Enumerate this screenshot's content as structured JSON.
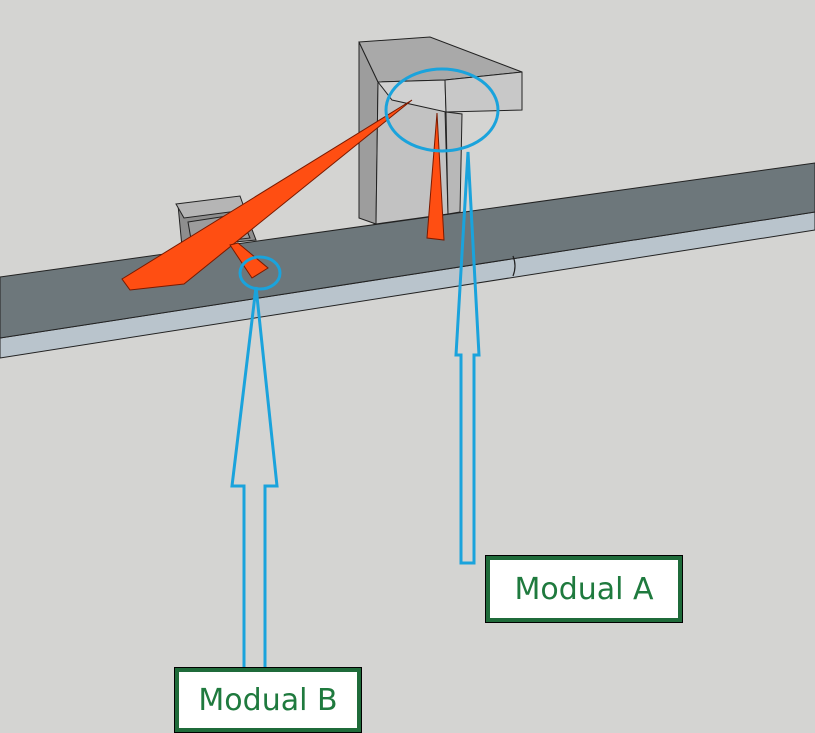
{
  "labels": {
    "modual_a": "Modual A",
    "modual_b": "Modual B"
  },
  "colors": {
    "background": "#d4d4d2",
    "beam_top": "#6d777b",
    "beam_bottom": "#b9c4cc",
    "box_front": "#c2c2c2",
    "box_top": "#a9a9a9",
    "orange": "#ff4e12",
    "highlight_blue": "#1aa3dc",
    "label_border": "#1f6b3a",
    "label_text": "#1f7a3e"
  },
  "icons": [
    "callout-circle",
    "callout-arrow"
  ]
}
